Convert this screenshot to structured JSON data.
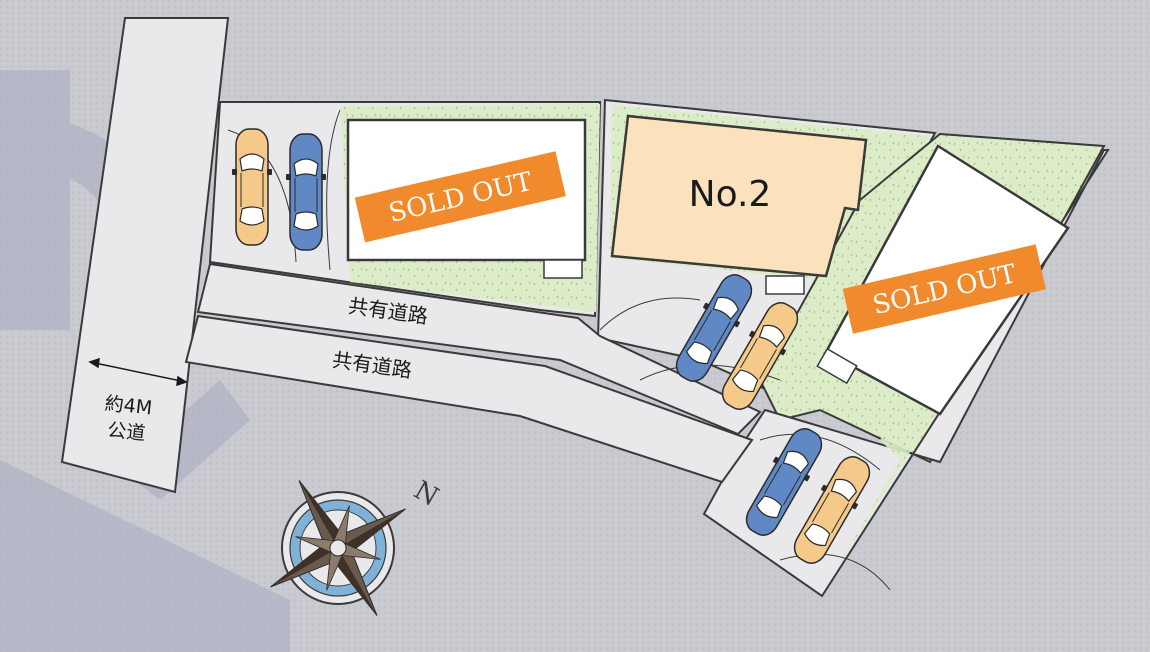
{
  "colors": {
    "background": "#c8cad0",
    "watermark": "#a8abc0",
    "road": "#e9e9ec",
    "road_border": "#3a3a3a",
    "greenery": "#dcecc8",
    "sold_lot": "#ffffff",
    "available_lot": "#fbe2bd",
    "sold_banner": "#f08a2c",
    "car_orange": "#f5c98a",
    "car_blue": "#5f88c4"
  },
  "lots": [
    {
      "label": "SOLD OUT",
      "status": "sold"
    },
    {
      "label": "No.2",
      "status": "available"
    },
    {
      "label": "SOLD OUT",
      "status": "sold"
    }
  ],
  "roads": {
    "shared_road_1": "共有道路",
    "shared_road_2": "共有道路",
    "public_road_line1": "約4M",
    "public_road_line2": "公道"
  },
  "compass": {
    "north_label": "N",
    "icon": "compass-rose-icon"
  }
}
